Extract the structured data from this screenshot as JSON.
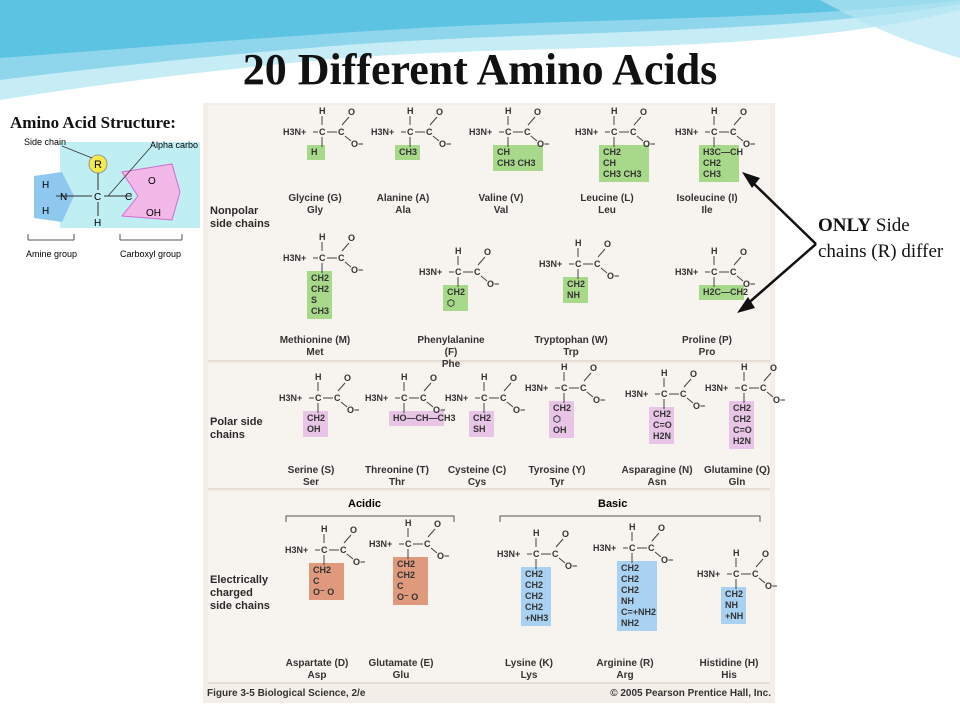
{
  "slide": {
    "title_number": "20",
    "title_text": "Different Amino Acids",
    "structure_heading": "Amino Acid Structure:"
  },
  "structure": {
    "side_chain_label": "Side chain",
    "alpha_label": "Alpha carbo",
    "r_label": "R",
    "amine_label": "Amine group",
    "carboxyl_label": "Carboxyl group"
  },
  "note": {
    "bold": "ONLY",
    "rest": "Side chains (R) differ"
  },
  "colors": {
    "nonpolar": "#a8d98a",
    "polar": "#e8c4e6",
    "acidic": "#df9a7e",
    "basic": "#a9d2f2",
    "wave": "#7fd0e6"
  },
  "figure": {
    "groups": {
      "nonpolar": "Nonpolar side chains",
      "polar": "Polar side chains",
      "charged": "Electrically charged side chains",
      "acidic": "Acidic",
      "basic": "Basic"
    },
    "nonpolar": [
      {
        "name": "Glycine (G)",
        "abbr": "Gly",
        "side": [
          "H"
        ]
      },
      {
        "name": "Alanine (A)",
        "abbr": "Ala",
        "side": [
          "CH3"
        ]
      },
      {
        "name": "Valine (V)",
        "abbr": "Val",
        "side": [
          "CH",
          "CH3  CH3"
        ]
      },
      {
        "name": "Leucine (L)",
        "abbr": "Leu",
        "side": [
          "CH2",
          "CH",
          "CH3  CH3"
        ]
      },
      {
        "name": "Isoleucine (I)",
        "abbr": "Ile",
        "side": [
          "H3C—CH",
          "CH2",
          "CH3"
        ]
      },
      {
        "name": "Methionine (M)",
        "abbr": "Met",
        "side": [
          "CH2",
          "CH2",
          "S",
          "CH3"
        ]
      },
      {
        "name": "Phenylalanine (F)",
        "abbr": "Phe",
        "side": [
          "CH2",
          "⬡"
        ]
      },
      {
        "name": "Tryptophan (W)",
        "abbr": "Trp",
        "side": [
          "CH2",
          "NH"
        ]
      },
      {
        "name": "Proline (P)",
        "abbr": "Pro",
        "side": [
          "H2C—CH2"
        ]
      }
    ],
    "polar": [
      {
        "name": "Serine (S)",
        "abbr": "Ser",
        "side": [
          "CH2",
          "OH"
        ]
      },
      {
        "name": "Threonine (T)",
        "abbr": "Thr",
        "side": [
          "HO—CH—CH3"
        ]
      },
      {
        "name": "Cysteine (C)",
        "abbr": "Cys",
        "side": [
          "CH2",
          "SH"
        ]
      },
      {
        "name": "Tyrosine (Y)",
        "abbr": "Tyr",
        "side": [
          "CH2",
          "⬡",
          "OH"
        ]
      },
      {
        "name": "Asparagine (N)",
        "abbr": "Asn",
        "side": [
          "CH2",
          "C=O",
          "H2N"
        ]
      },
      {
        "name": "Glutamine (Q)",
        "abbr": "Gln",
        "side": [
          "CH2",
          "CH2",
          "C=O",
          "H2N"
        ]
      }
    ],
    "charged": [
      {
        "name": "Aspartate (D)",
        "abbr": "Asp",
        "side": [
          "CH2",
          "C",
          "O⁻  O"
        ]
      },
      {
        "name": "Glutamate (E)",
        "abbr": "Glu",
        "side": [
          "CH2",
          "CH2",
          "C",
          "O⁻  O"
        ]
      },
      {
        "name": "Lysine (K)",
        "abbr": "Lys",
        "side": [
          "CH2",
          "CH2",
          "CH2",
          "CH2",
          "+NH3"
        ]
      },
      {
        "name": "Arginine (R)",
        "abbr": "Arg",
        "side": [
          "CH2",
          "CH2",
          "CH2",
          "NH",
          "C=+NH2",
          "NH2"
        ]
      },
      {
        "name": "Histidine (H)",
        "abbr": "His",
        "side": [
          "CH2",
          "NH",
          "+NH"
        ]
      }
    ],
    "backbone": {
      "h": "H",
      "n": "H3N+",
      "c": "C",
      "o": "O",
      "om": "O−"
    },
    "footer_left": "Figure 3-5  Biological Science, 2/e",
    "footer_right": "© 2005 Pearson Prentice Hall, Inc."
  }
}
